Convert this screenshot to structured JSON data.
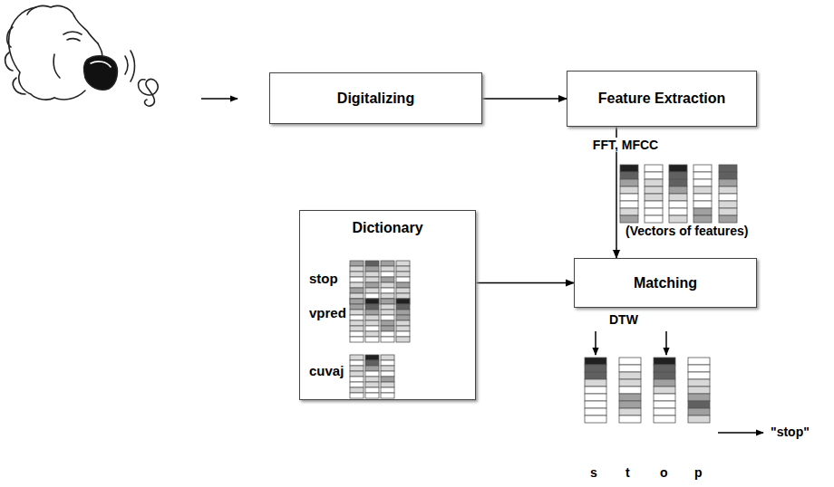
{
  "diagram": {
    "nodes": [
      {
        "text": [
          "Digitalizing"
        ]
      },
      {
        "text": [
          "Feature Extraction"
        ]
      },
      {
        "text": [
          "Dictionary",
          "stop",
          "vpred",
          "cuvaj"
        ]
      },
      {
        "text": [
          "Matching"
        ]
      }
    ],
    "edges": [
      {
        "from": 0,
        "to": 1,
        "arrow": "to"
      },
      {
        "from": 1,
        "to": 3,
        "label": "FFT, MFCC",
        "arrow": "to"
      },
      {
        "from": 2,
        "to": 3,
        "arrow": "to"
      }
    ],
    "labels": [
      "(Vectors of features)",
      "DTW",
      "s",
      "t",
      "o",
      "p",
      "\"stop\""
    ]
  }
}
